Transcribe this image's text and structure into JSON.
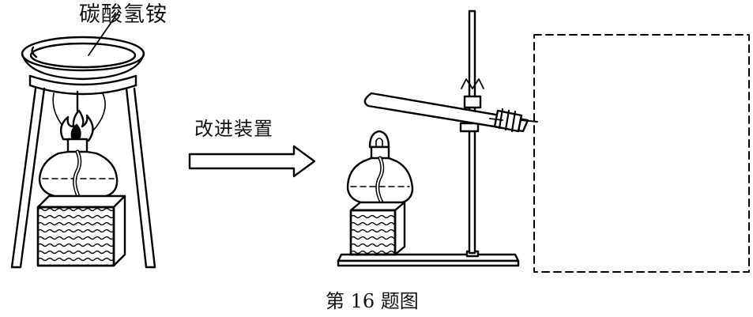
{
  "labels": {
    "substance": "碳酸氢铵",
    "improve": "改进装置",
    "figure": "第 16 题图"
  }
}
